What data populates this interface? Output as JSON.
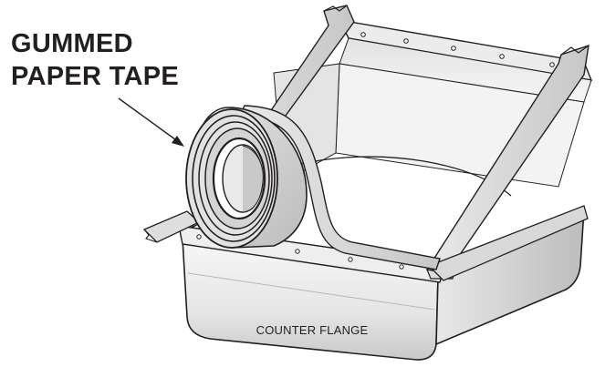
{
  "labels": {
    "callout_line1": "GUMMED",
    "callout_line2": "PAPER TAPE",
    "flange": "COUNTER FLANGE"
  },
  "colors": {
    "outline": "#231f20",
    "tape_fill": "#dcdcdc",
    "metal_light": "#f4f4f4",
    "metal_mid": "#cfcfcf",
    "background": "#ffffff"
  }
}
